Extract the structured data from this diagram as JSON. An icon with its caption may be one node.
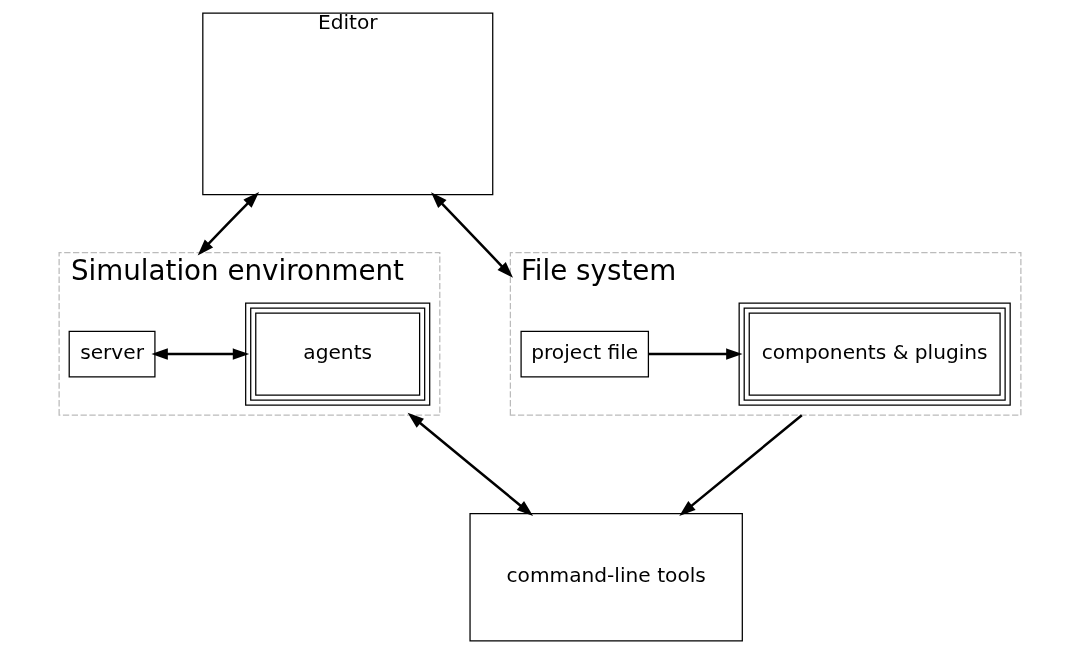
{
  "diagram": {
    "nodes": [
      {
        "text": [
          "Editor"
        ]
      },
      {
        "text": [
          "Simulation environment"
        ]
      },
      {
        "text": [
          "server"
        ],
        "in": 1
      },
      {
        "text": [
          "agents"
        ],
        "in": 1
      },
      {
        "text": [
          "File system"
        ]
      },
      {
        "text": [
          "project file"
        ],
        "in": 4
      },
      {
        "text": [
          "components & plugins"
        ],
        "in": 4
      },
      {
        "text": [
          "command-line tools"
        ]
      }
    ],
    "edges": [
      {
        "from": 0,
        "to": 1,
        "arrow": "both"
      },
      {
        "from": 2,
        "to": 3,
        "arrow": "both"
      },
      {
        "from": 0,
        "to": 4,
        "arrow": "both"
      },
      {
        "from": 1,
        "to": 7,
        "arrow": "both"
      },
      {
        "from": 5,
        "to": 6,
        "arrow": "to"
      },
      {
        "from": 4,
        "to": 7,
        "arrow": "to"
      }
    ]
  }
}
